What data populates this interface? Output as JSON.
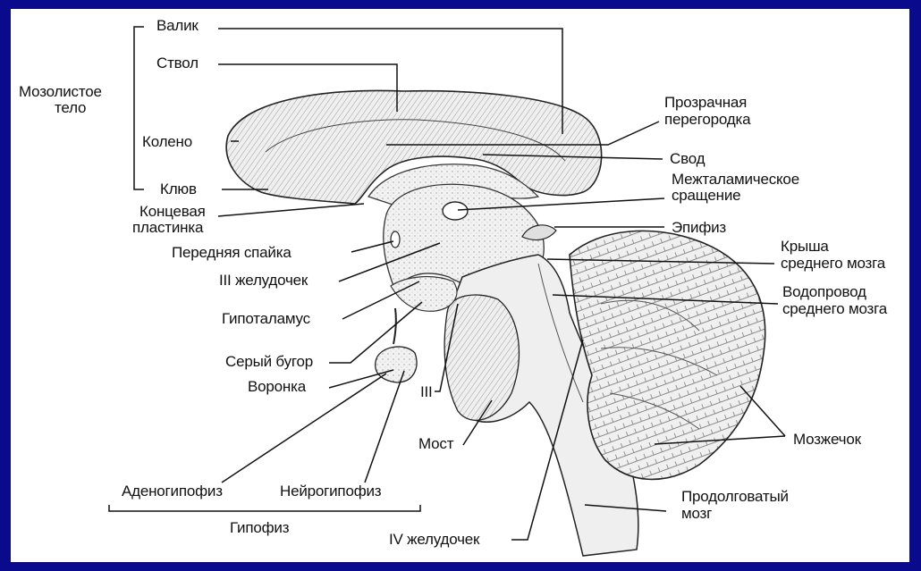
{
  "labels": {
    "valik": "Валик",
    "stvol": "Ствол",
    "mozolistoe_line1": "Мозолистое",
    "mozolistoe_line2": "тело",
    "koleno": "Колено",
    "klyuv": "Клюв",
    "koncevaya_line1": "Концевая",
    "koncevaya_line2": "пластинка",
    "perednyaya_spaika": "Передняя спайка",
    "iii_zheludochek": "III желудочек",
    "gipotalamus": "Гипоталамус",
    "seryi_bugor": "Серый бугор",
    "voronka": "Воронка",
    "iii": "III",
    "most": "Мост",
    "adenogipofiz": "Аденогипофиз",
    "neirogipofiz": "Нейрогипофиз",
    "gipofiz": "Гипофиз",
    "iv_zheludochek": "IV желудочек",
    "prodolgovatyi_line1": "Продолговатый",
    "prodolgovatyi_line2": "мозг",
    "mozzhechok": "Мозжечок",
    "vodoprovod_line1": "Водопровод",
    "vodoprovod_line2": "среднего мозга",
    "krysha_line1": "Крыша",
    "krysha_line2": "среднего мозга",
    "epifiz": "Эпифиз",
    "mezhtalam_line1": "Межталамическое",
    "mezhtalam_line2": "сращение",
    "svod": "Свод",
    "prozrachnaya_line1": "Прозрачная",
    "prozrachnaya_line2": "перегородка"
  },
  "colors": {
    "frame": "#0a0a8c",
    "background": "#ffffff",
    "ink": "#111111",
    "tissue": "#ececec"
  }
}
